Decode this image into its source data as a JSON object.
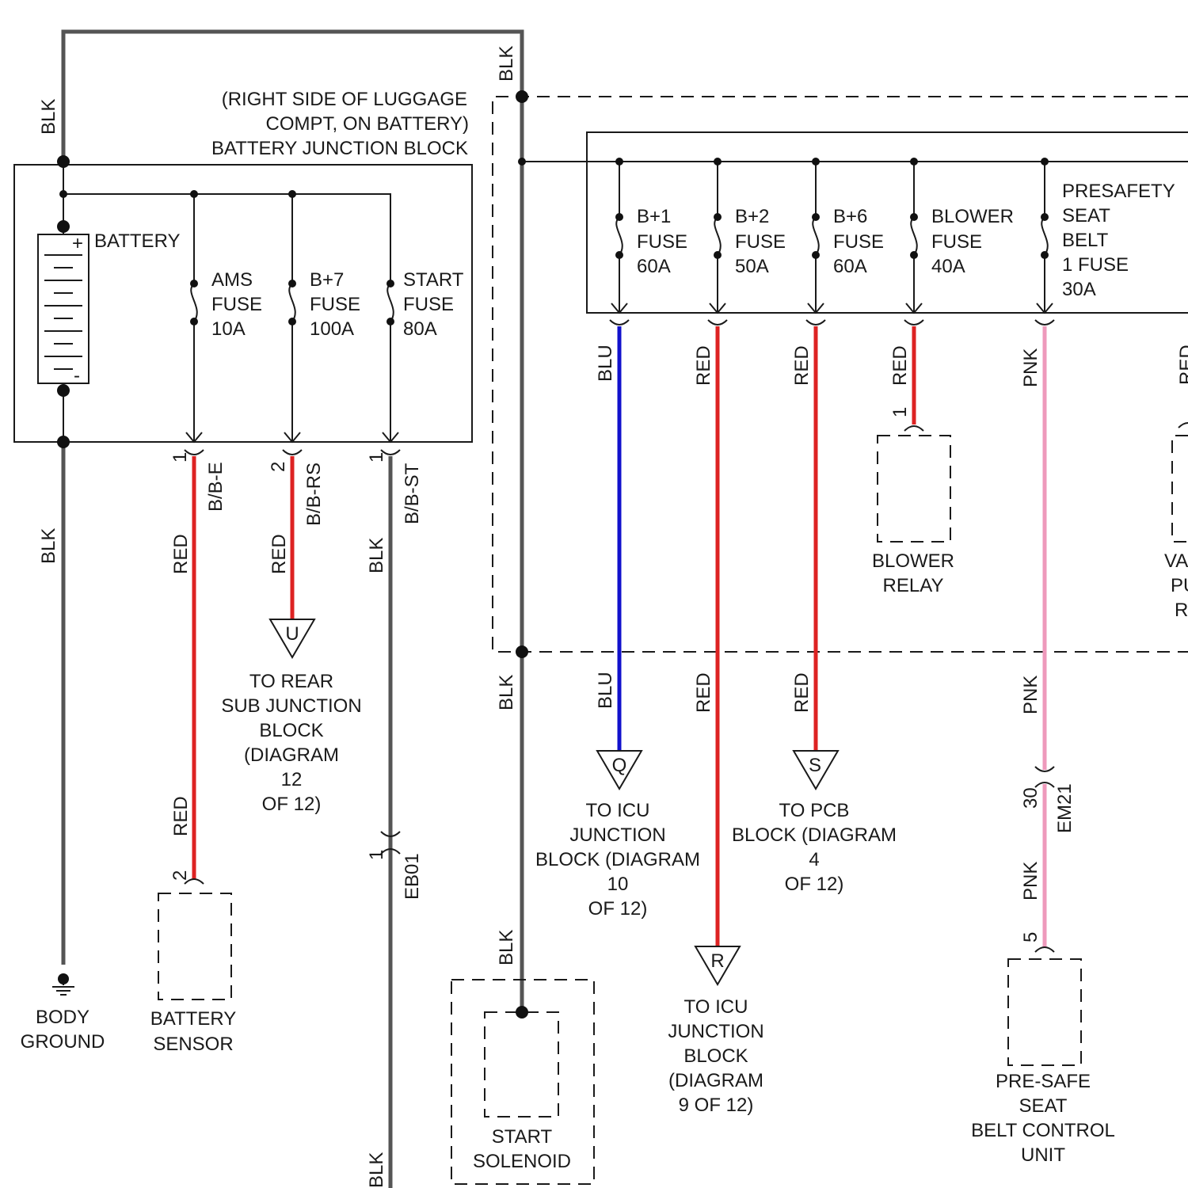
{
  "colors": {
    "BLK": "#555555",
    "RED": "#dd2222",
    "BLU": "#1111cc",
    "PNK": "#ee99bb",
    "line": "#1a1a1a"
  },
  "battery_jb": {
    "location_1": "(RIGHT SIDE OF LUGGAGE",
    "location_2": "COMPT, ON BATTERY)",
    "name": "BATTERY JUNCTION BLOCK",
    "battery_label": "BATTERY",
    "plus": "+",
    "minus": "-"
  },
  "fuses_left": [
    {
      "l1": "AMS",
      "l2": "FUSE",
      "l3": "10A"
    },
    {
      "l1": "B+7",
      "l2": "FUSE",
      "l3": "100A"
    },
    {
      "l1": "START",
      "l2": "FUSE",
      "l3": "80A"
    }
  ],
  "fuses_right": [
    {
      "l1": "B+1",
      "l2": "FUSE",
      "l3": "60A"
    },
    {
      "l1": "B+2",
      "l2": "FUSE",
      "l3": "50A"
    },
    {
      "l1": "B+6",
      "l2": "FUSE",
      "l3": "60A"
    },
    {
      "l1": "BLOWER",
      "l2": "FUSE",
      "l3": "40A"
    }
  ],
  "presafety_fuse": [
    "PRESAFETY",
    "SEAT",
    "BELT",
    "1 FUSE",
    "30A"
  ],
  "wire_labels": {
    "blk": "BLK",
    "red": "RED",
    "blu": "BLU",
    "pnk": "PNK",
    "red_cut": "RED"
  },
  "connectors": {
    "bbe_pin": "1",
    "bbe": "B/B-E",
    "bbrs_pin": "2",
    "bbrs": "B/B-RS",
    "bbst_pin": "1",
    "bbst": "B/B-ST",
    "eb01_pin": "1",
    "eb01": "EB01",
    "sensor_pin": "2",
    "blower_pin": "1",
    "em21_pin": "30",
    "em21": "EM21",
    "presafe_pin": "5"
  },
  "symbols": {
    "u": "U",
    "q": "Q",
    "s": "S",
    "r": "R"
  },
  "to_rear_sub": [
    "TO REAR",
    "SUB JUNCTION",
    "BLOCK",
    "(DIAGRAM",
    "12",
    "OF 12)"
  ],
  "to_icu_q": [
    "TO ICU",
    "JUNCTION",
    "BLOCK (DIAGRAM",
    "10",
    "OF 12)"
  ],
  "to_pcb": [
    "TO PCB",
    "BLOCK (DIAGRAM",
    "4",
    "OF 12)"
  ],
  "to_icu_r": [
    "TO ICU",
    "JUNCTION",
    "BLOCK",
    "(DIAGRAM",
    "9 OF 12)"
  ],
  "body_ground": [
    "BODY",
    "GROUND"
  ],
  "battery_sensor": [
    "BATTERY",
    "SENSOR"
  ],
  "blower_relay": [
    "BLOWER",
    "RELAY"
  ],
  "va_cut": [
    "VA",
    "PU",
    "R"
  ],
  "start_solenoid": [
    "START",
    "SOLENOID"
  ],
  "presafe_unit": [
    "PRE-SAFE",
    "SEAT",
    "BELT CONTROL",
    "UNIT"
  ]
}
